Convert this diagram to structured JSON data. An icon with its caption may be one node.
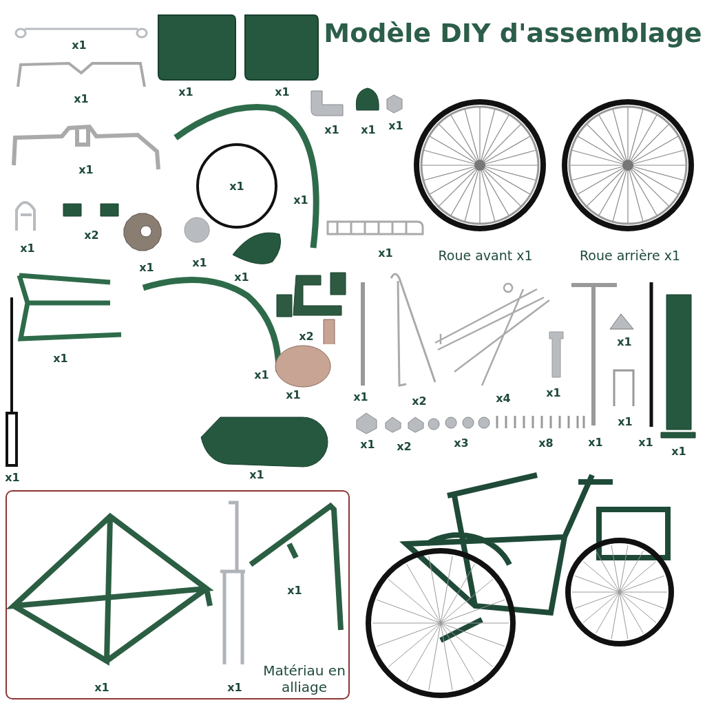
{
  "diagram": {
    "title": "Modèle DIY d'assemblage",
    "nodes": [
      {
        "text": [
          "x1",
          "x1",
          "x1",
          "Matériau en alliage"
        ]
      }
    ],
    "labels": [
      "x1",
      "x1",
      "x1",
      "x1",
      "x1",
      "x1",
      "x1",
      "x1",
      "x1",
      "x1",
      "x1",
      "x2",
      "x1",
      "x1",
      "x1",
      "x1",
      "Roue avant x1",
      "Roue arrière x1",
      "x1",
      "x1",
      "x2",
      "x1",
      "x1",
      "x2",
      "x4",
      "x1",
      "x1",
      "x1",
      "x1",
      "x1",
      "x1",
      "x2",
      "x3",
      "x8",
      "x1",
      "x1",
      "x1"
    ]
  }
}
